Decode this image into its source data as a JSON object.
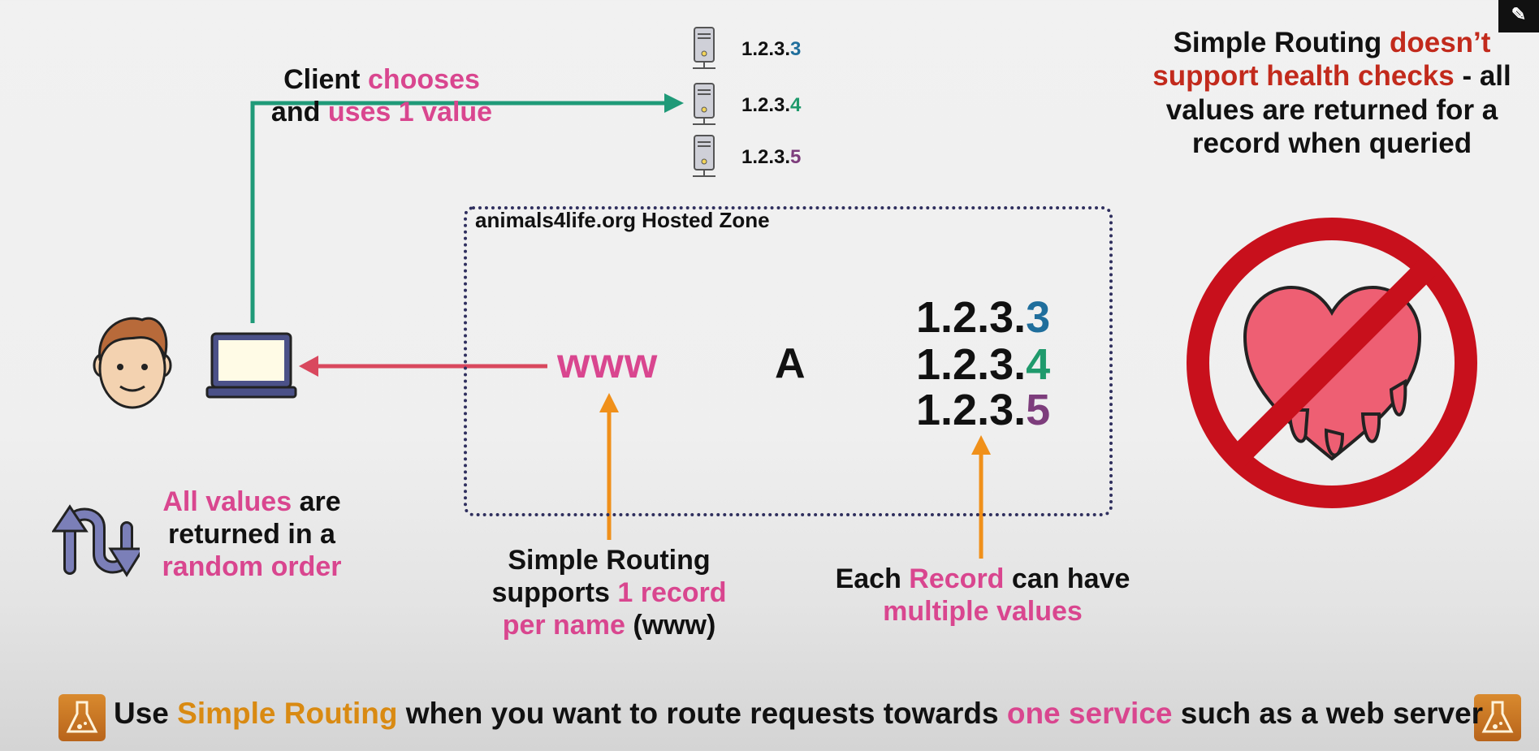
{
  "client_note": {
    "t1": "Client ",
    "t2": "chooses",
    "t3": "and ",
    "t4": "uses 1 value"
  },
  "servers": [
    {
      "prefix": "1.2.3.",
      "last": "3"
    },
    {
      "prefix": "1.2.3.",
      "last": "4"
    },
    {
      "prefix": "1.2.3.",
      "last": "5"
    }
  ],
  "health_note": {
    "t1": "Simple Routing ",
    "t2": "doesn’t support health checks",
    "t3": " - all values are returned for a record when queried"
  },
  "zone": {
    "title": "animals4life.org Hosted Zone",
    "record_name": "www",
    "record_type": "A",
    "values": [
      {
        "prefix": "1.2.3.",
        "last": "3"
      },
      {
        "prefix": "1.2.3.",
        "last": "4"
      },
      {
        "prefix": "1.2.3.",
        "last": "5"
      }
    ]
  },
  "random_note": {
    "t1": "All values",
    "t2": " are returned in a ",
    "t3": "random order"
  },
  "simple_note": {
    "t1": "Simple Routing supports ",
    "t2": "1 record per name",
    "t3": " (www)"
  },
  "each_note": {
    "t1": "Each ",
    "t2": "Record",
    "t3": " can have ",
    "t4": "multiple values"
  },
  "bottom": {
    "t1": "Use ",
    "t2": "Simple Routing",
    "t3": " when you want to route requests towards ",
    "t4": "one service",
    "t5": " such as a web server"
  },
  "colors": {
    "pink": "#d9468f",
    "red": "#c22a1c",
    "orange": "#d98a12",
    "green_arrow": "#1f9a78",
    "red_arrow": "#d9485e",
    "orange_arrow": "#f0901a"
  },
  "icons": [
    "person-icon",
    "laptop-icon",
    "server-icon",
    "no-health-check-icon",
    "shuffle-arrows-icon",
    "flask-icon"
  ]
}
